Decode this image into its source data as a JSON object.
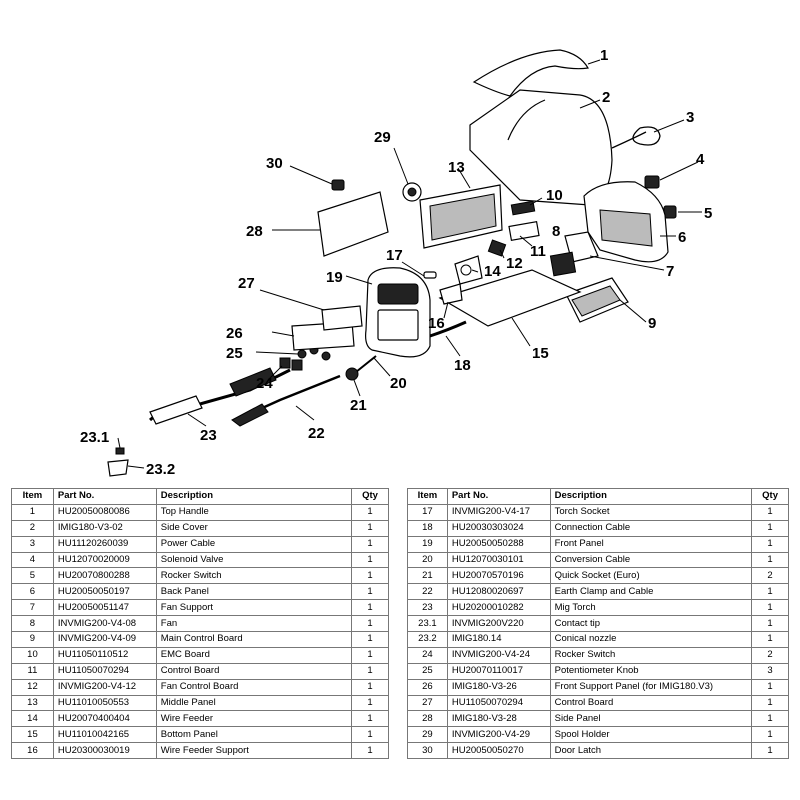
{
  "callouts": [
    "1",
    "2",
    "3",
    "4",
    "5",
    "6",
    "7",
    "8",
    "9",
    "10",
    "11",
    "12",
    "13",
    "14",
    "15",
    "16",
    "17",
    "18",
    "19",
    "20",
    "21",
    "22",
    "23",
    "23.1",
    "23.2",
    "24",
    "25",
    "26",
    "27",
    "28",
    "29",
    "30"
  ],
  "table": {
    "headers": {
      "item": "Item",
      "part": "Part No.",
      "desc": "Description",
      "qty": "Qty"
    },
    "left_rows": [
      {
        "item": "1",
        "part": "HU20050080086",
        "desc": "Top Handle",
        "qty": "1"
      },
      {
        "item": "2",
        "part": "IMIG180-V3-02",
        "desc": "Side Cover",
        "qty": "1"
      },
      {
        "item": "3",
        "part": "HU11120260039",
        "desc": "Power Cable",
        "qty": "1"
      },
      {
        "item": "4",
        "part": "HU12070020009",
        "desc": "Solenoid Valve",
        "qty": "1"
      },
      {
        "item": "5",
        "part": "HU20070800288",
        "desc": "Rocker Switch",
        "qty": "1"
      },
      {
        "item": "6",
        "part": "HU20050050197",
        "desc": "Back Panel",
        "qty": "1"
      },
      {
        "item": "7",
        "part": "HU20050051147",
        "desc": "Fan Support",
        "qty": "1"
      },
      {
        "item": "8",
        "part": "INVMIG200-V4-08",
        "desc": "Fan",
        "qty": "1"
      },
      {
        "item": "9",
        "part": "INVMIG200-V4-09",
        "desc": "Main Control Board",
        "qty": "1"
      },
      {
        "item": "10",
        "part": "HU11050110512",
        "desc": "EMC Board",
        "qty": "1"
      },
      {
        "item": "11",
        "part": "HU11050070294",
        "desc": "Control Board",
        "qty": "1"
      },
      {
        "item": "12",
        "part": "INVMIG200-V4-12",
        "desc": "Fan Control Board",
        "qty": "1"
      },
      {
        "item": "13",
        "part": "HU11010050553",
        "desc": "Middle Panel",
        "qty": "1"
      },
      {
        "item": "14",
        "part": "HU20070400404",
        "desc": "Wire Feeder",
        "qty": "1"
      },
      {
        "item": "15",
        "part": "HU11010042165",
        "desc": "Bottom Panel",
        "qty": "1"
      },
      {
        "item": "16",
        "part": "HU20300030019",
        "desc": "Wire Feeder Support",
        "qty": "1"
      }
    ],
    "right_rows": [
      {
        "item": "17",
        "part": "INVMIG200-V4-17",
        "desc": "Torch Socket",
        "qty": "1"
      },
      {
        "item": "18",
        "part": "HU20030303024",
        "desc": "Connection Cable",
        "qty": "1"
      },
      {
        "item": "19",
        "part": "HU20050050288",
        "desc": "Front Panel",
        "qty": "1"
      },
      {
        "item": "20",
        "part": "HU12070030101",
        "desc": "Conversion Cable",
        "qty": "1"
      },
      {
        "item": "21",
        "part": "HU20070570196",
        "desc": "Quick Socket (Euro)",
        "qty": "2"
      },
      {
        "item": "22",
        "part": "HU12080020697",
        "desc": "Earth Clamp and Cable",
        "qty": "1"
      },
      {
        "item": "23",
        "part": "HU20200010282",
        "desc": "Mig Torch",
        "qty": "1"
      },
      {
        "item": "23.1",
        "part": "INVMIG200V220",
        "desc": "Contact tip",
        "qty": "1"
      },
      {
        "item": "23.2",
        "part": "IMIG180.14",
        "desc": "Conical nozzle",
        "qty": "1"
      },
      {
        "item": "24",
        "part": "INVMIG200-V4-24",
        "desc": "Rocker Switch",
        "qty": "2"
      },
      {
        "item": "25",
        "part": "HU20070110017",
        "desc": "Potentiometer Knob",
        "qty": "3"
      },
      {
        "item": "26",
        "part": "IMIG180-V3-26",
        "desc": "Front Support Panel (for IMIG180.V3)",
        "qty": "1"
      },
      {
        "item": "27",
        "part": "HU11050070294",
        "desc": "Control Board",
        "qty": "1"
      },
      {
        "item": "28",
        "part": "IMIG180-V3-28",
        "desc": "Side Panel",
        "qty": "1"
      },
      {
        "item": "29",
        "part": "INVMIG200-V4-29",
        "desc": "Spool Holder",
        "qty": "1"
      },
      {
        "item": "30",
        "part": "HU20050050270",
        "desc": "Door Latch",
        "qty": "1"
      }
    ]
  }
}
